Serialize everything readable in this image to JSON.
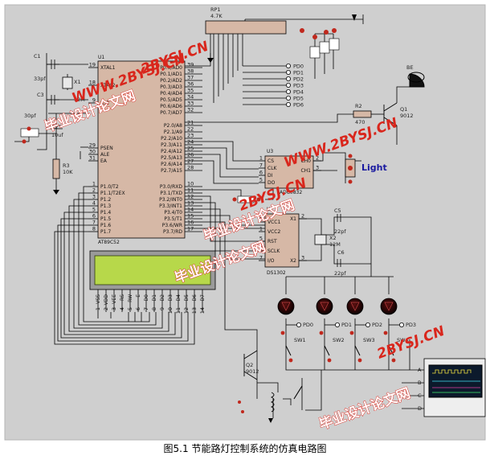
{
  "caption": "图5.1 节能路灯控制系统的仿真电路图",
  "colors": {
    "background": "#cfcfcf",
    "chip_fill": "#d6b8a6",
    "lcd_fill": "#b7d84a",
    "wire": "#000000",
    "watermark": "#d9261c",
    "scope_screen": "#0c1a2c"
  },
  "mcu": {
    "ref": "U1",
    "part": "AT89C52",
    "left_top_pins": [
      {
        "num": "19",
        "name": "XTAL1"
      },
      {
        "num": "18",
        "name": "XTAL2"
      },
      {
        "num": "9",
        "name": "RST"
      }
    ],
    "left_mid_pins": [
      {
        "num": "29",
        "name": "PSEN"
      },
      {
        "num": "30",
        "name": "ALE"
      },
      {
        "num": "31",
        "name": "EA"
      }
    ],
    "p1_pins": [
      {
        "num": "1",
        "name": "P1.0/T2"
      },
      {
        "num": "2",
        "name": "P1.1/T2EX"
      },
      {
        "num": "3",
        "name": "P1.2"
      },
      {
        "num": "4",
        "name": "P1.3"
      },
      {
        "num": "5",
        "name": "P1.4"
      },
      {
        "num": "6",
        "name": "P1.5"
      },
      {
        "num": "7",
        "name": "P1.6"
      },
      {
        "num": "8",
        "name": "P1.7"
      }
    ],
    "p0_pins": [
      {
        "num": "39",
        "name": "P0.0/AD0"
      },
      {
        "num": "38",
        "name": "P0.1/AD1"
      },
      {
        "num": "37",
        "name": "P0.2/AD2"
      },
      {
        "num": "36",
        "name": "P0.3/AD3"
      },
      {
        "num": "35",
        "name": "P0.4/AD4"
      },
      {
        "num": "34",
        "name": "P0.5/AD5"
      },
      {
        "num": "33",
        "name": "P0.6/AD6"
      },
      {
        "num": "32",
        "name": "P0.7/AD7"
      }
    ],
    "p2_pins": [
      {
        "num": "21",
        "name": "P2.0/A8"
      },
      {
        "num": "22",
        "name": "P2.1/A9"
      },
      {
        "num": "23",
        "name": "P2.2/A10"
      },
      {
        "num": "24",
        "name": "P2.3/A11"
      },
      {
        "num": "25",
        "name": "P2.4/A12"
      },
      {
        "num": "26",
        "name": "P2.5/A13"
      },
      {
        "num": "27",
        "name": "P2.6/A14"
      },
      {
        "num": "28",
        "name": "P2.7/A15"
      }
    ],
    "p3_pins": [
      {
        "num": "10",
        "name": "P3.0/RXD"
      },
      {
        "num": "11",
        "name": "P3.1/TXD"
      },
      {
        "num": "12",
        "name": "P3.2/INT0"
      },
      {
        "num": "13",
        "name": "P3.3/INT1"
      },
      {
        "num": "14",
        "name": "P3.4/T0"
      },
      {
        "num": "15",
        "name": "P3.5/T1"
      },
      {
        "num": "16",
        "name": "P3.6/WR"
      },
      {
        "num": "17",
        "name": "P3.7/RD"
      }
    ]
  },
  "rp1": {
    "ref": "RP1",
    "value": "4.7K"
  },
  "pd_labels": [
    "PD0",
    "PD1",
    "PD2",
    "PD3",
    "PD4",
    "PD5",
    "PD6"
  ],
  "caps": {
    "c1": {
      "ref": "C1",
      "value": "33pf"
    },
    "c3": {
      "ref": "C3",
      "value": "30pf"
    },
    "c2": {
      "ref": "C2",
      "value": "10uf"
    },
    "c5": {
      "ref": "C5",
      "value": "22pf"
    },
    "c6": {
      "ref": "C6",
      "value": "22pf"
    }
  },
  "x1": {
    "ref": "X1",
    "value": "12M"
  },
  "x2": {
    "ref": "X2",
    "value": "12M"
  },
  "r2": {
    "ref": "R2",
    "value": "470"
  },
  "r3": {
    "ref": "R3",
    "value": "10K"
  },
  "q1": {
    "ref": "Q1",
    "part": "9012"
  },
  "q2": {
    "ref": "Q2",
    "part": "9012"
  },
  "buzzer": {
    "ref": "BE"
  },
  "adc": {
    "ref": "U3",
    "part": "ADC0832",
    "left_pins": [
      {
        "num": "1",
        "name": "CS"
      },
      {
        "num": "7",
        "name": "CLK"
      },
      {
        "num": "6",
        "name": "DI"
      },
      {
        "num": "5",
        "name": "DO"
      }
    ],
    "right_pins": [
      {
        "num": "2",
        "name": "CH0"
      },
      {
        "num": "3",
        "name": "CH1"
      }
    ]
  },
  "light_label": "Light",
  "rtc": {
    "ref": "U2",
    "part": "DS1302",
    "left_pins": [
      {
        "num": "8",
        "name": "VCC1"
      },
      {
        "num": "1",
        "name": "VCC2"
      },
      {
        "num": "5",
        "name": "RST"
      },
      {
        "num": "6",
        "name": "SCLK"
      },
      {
        "num": "7",
        "name": "I/O"
      }
    ],
    "right_pins": [
      {
        "num": "2",
        "name": "X1"
      },
      {
        "num": "3",
        "name": "X2"
      }
    ]
  },
  "lcd": {
    "pins": [
      {
        "num": "1",
        "name": "VSS"
      },
      {
        "num": "2",
        "name": "VDD"
      },
      {
        "num": "3",
        "name": "VEE"
      },
      {
        "num": "4",
        "name": "RS"
      },
      {
        "num": "5",
        "name": "RW"
      },
      {
        "num": "6",
        "name": "E"
      },
      {
        "num": "7",
        "name": "D0"
      },
      {
        "num": "8",
        "name": "D1"
      },
      {
        "num": "9",
        "name": "D2"
      },
      {
        "num": "10",
        "name": "D3"
      },
      {
        "num": "11",
        "name": "D4"
      },
      {
        "num": "12",
        "name": "D5"
      },
      {
        "num": "13",
        "name": "D6"
      },
      {
        "num": "14",
        "name": "D7"
      }
    ]
  },
  "switches": [
    {
      "ref": "SW1",
      "net": "PD0"
    },
    {
      "ref": "SW2",
      "net": "PD1"
    },
    {
      "ref": "SW3",
      "net": "PD2"
    },
    {
      "ref": "SW4",
      "net": "PD3"
    }
  ],
  "scope": {
    "channels": [
      "A",
      "B",
      "C",
      "D"
    ]
  },
  "watermarks": [
    {
      "text": "2BYSJ.CN"
    },
    {
      "text": "WWW.2BYSJ.CN"
    },
    {
      "text": "毕业设计论文网"
    },
    {
      "text": "2BYSJ.CN"
    },
    {
      "text": "毕业设计论文网"
    },
    {
      "text": "毕业设计论文网"
    },
    {
      "text": "2BYSJ.CN"
    },
    {
      "text": "毕业设计论文网"
    },
    {
      "text": "WWW.2BYSJ.CN"
    }
  ]
}
